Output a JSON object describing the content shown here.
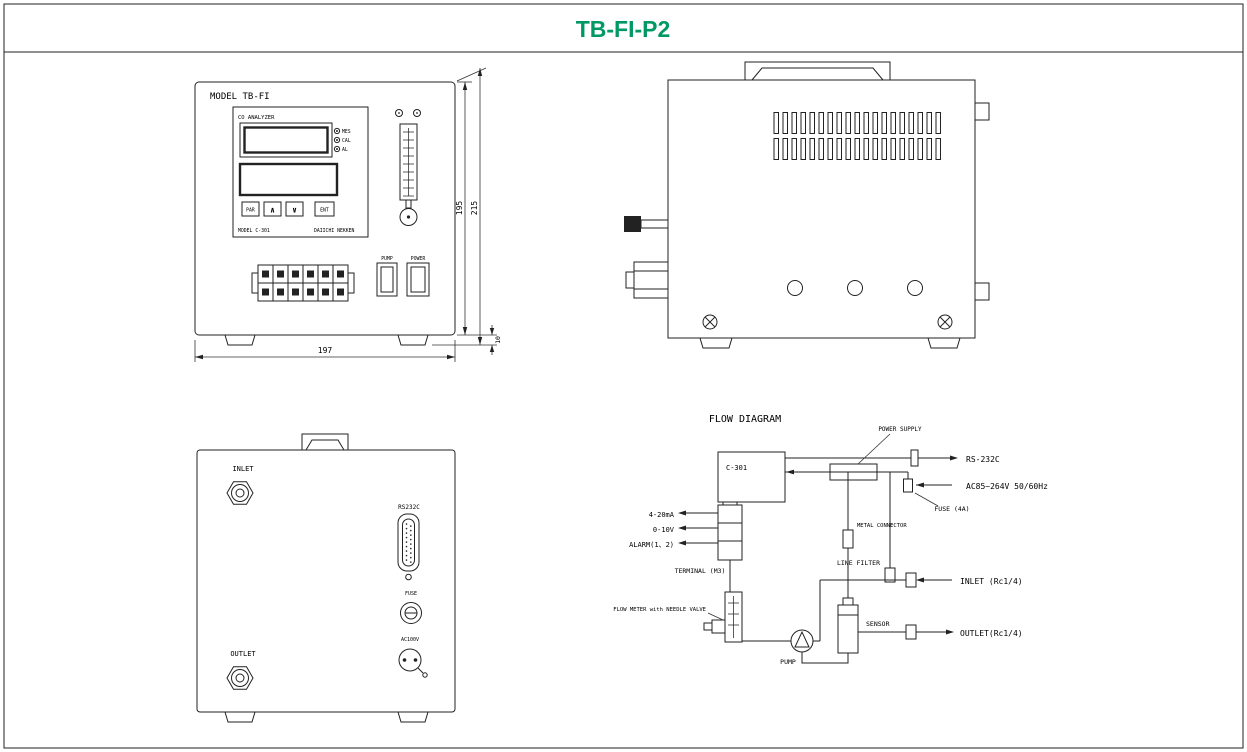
{
  "title": "TB-FI-P2",
  "colors": {
    "title_green": "#009966",
    "ink": "#222222"
  },
  "front_view": {
    "model_label": "MODEL TB-FI",
    "panel": {
      "analyzer_label": "CO ANALYZER",
      "indicators": [
        "MES",
        "CAL",
        "AL"
      ],
      "buttons": [
        "PAR",
        "∧",
        "∨",
        "ENT"
      ],
      "model_number": "MODEL C-301",
      "maker": "DAIICHI NEKKEN"
    },
    "switch_pump": "PUMP",
    "switch_power": "POWER",
    "dim_width": "197",
    "dim_height_body": "195",
    "dim_height_total": "215",
    "dim_foot_height": "10"
  },
  "rear_view": {
    "inlet_label": "INLET",
    "outlet_label": "OUTLET",
    "rs232c_label": "RS232C",
    "fuse_label": "FUSE",
    "ac_label": "AC100V"
  },
  "flow_diagram": {
    "title": "FLOW DIAGRAM",
    "c301_label": "C-301",
    "power_supply_label": "POWER SUPPLY",
    "rs232c_label": "RS-232C",
    "ac_input_label": "AC85~264V 50/60Hz",
    "fuse_label": "FUSE (4A)",
    "output_current_label": "4-20mA",
    "output_voltage_label": "0-10V",
    "output_alarm_label": "ALARM(1、2)",
    "terminal_label": "TERMINAL (M3)",
    "metal_connector_label": "METAL CONNECTOR",
    "line_filter_label": "LINE FILTER",
    "inlet_label": "INLET (Rc1/4)",
    "outlet_label": "OUTLET(Rc1/4)",
    "flow_meter_label": "FLOW METER with NEEDLE VALVE",
    "pump_label": "PUMP",
    "sensor_label": "SENSOR"
  }
}
